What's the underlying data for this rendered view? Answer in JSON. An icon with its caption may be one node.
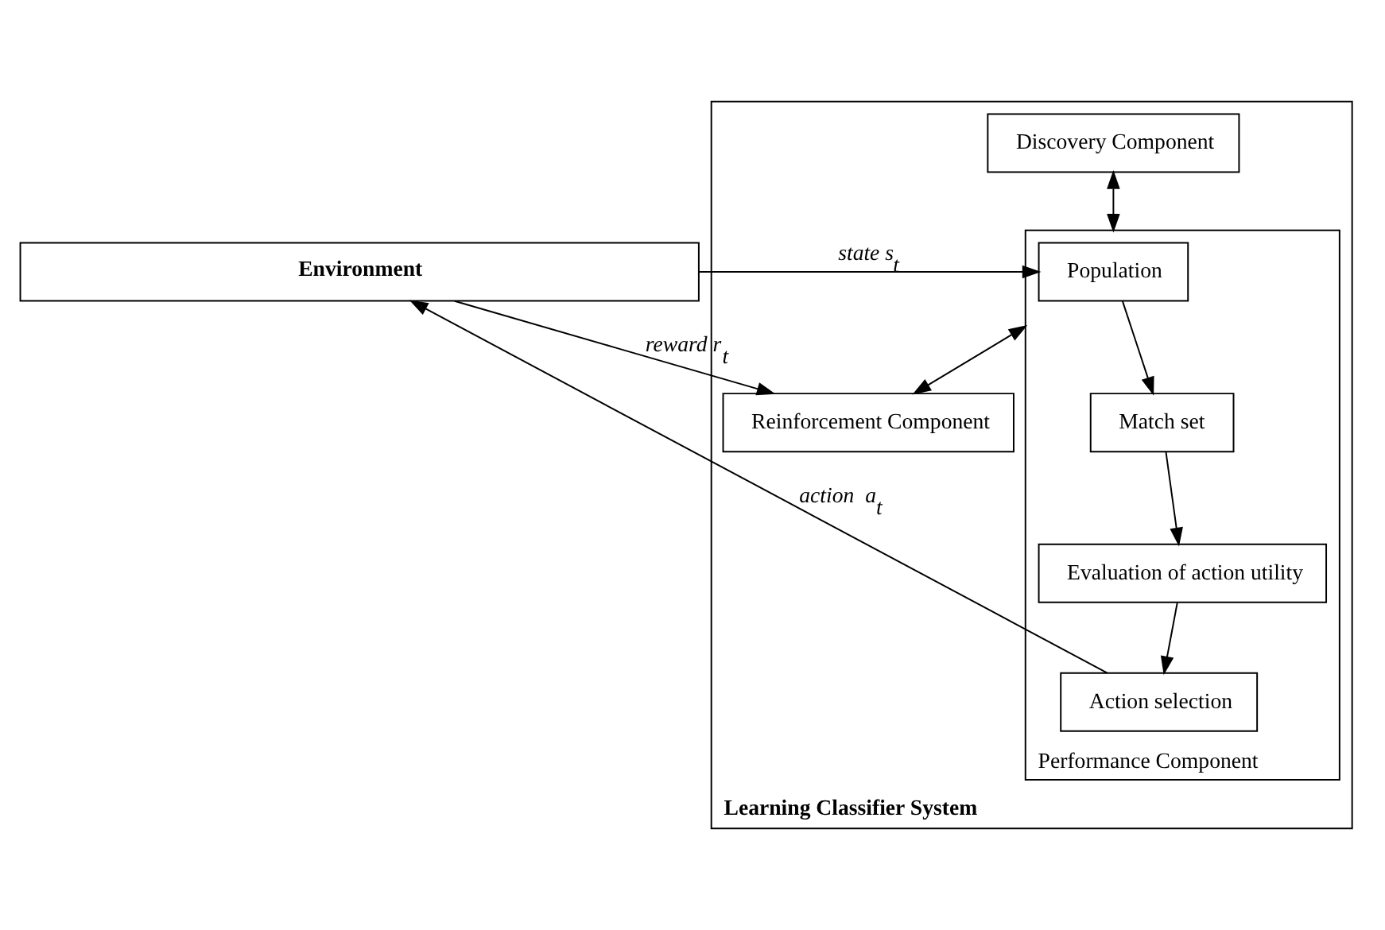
{
  "diagram": {
    "nodes": [
      {
        "text": [
          "Environment"
        ]
      },
      {
        "text": [
          "Learning Classifier System"
        ]
      },
      {
        "text": [
          "Discovery Component"
        ],
        "in": 1
      },
      {
        "text": [
          "Performance Component"
        ],
        "in": 1
      },
      {
        "text": [
          "Population"
        ],
        "in": 3
      },
      {
        "text": [
          "Match set"
        ],
        "in": 3
      },
      {
        "text": [
          "Action selection"
        ],
        "in": 3
      },
      {
        "text": [
          "Evaluation of action utility"
        ],
        "in": 3
      },
      {
        "text": [
          "Reinforcement Component"
        ],
        "in": 1
      }
    ],
    "edges": [
      {
        "from": 0,
        "to": 4,
        "arrow": "to",
        "label": "state s$_{t}$"
      },
      {
        "from": 6,
        "to": 0,
        "arrow": "to",
        "label": "action  a$_{t}$"
      },
      {
        "from": 0,
        "to": 8,
        "arrow": "to",
        "label": "reward r$_{t}$"
      },
      {
        "from": 4,
        "to": 5,
        "arrow": "to"
      },
      {
        "from": 5,
        "to": 7,
        "arrow": "to"
      },
      {
        "from": 7,
        "to": 6,
        "arrow": "to"
      },
      {
        "from": 2,
        "to": 3,
        "arrow": "both"
      },
      {
        "from": 3,
        "to": 8,
        "arrow": "both"
      }
    ]
  }
}
